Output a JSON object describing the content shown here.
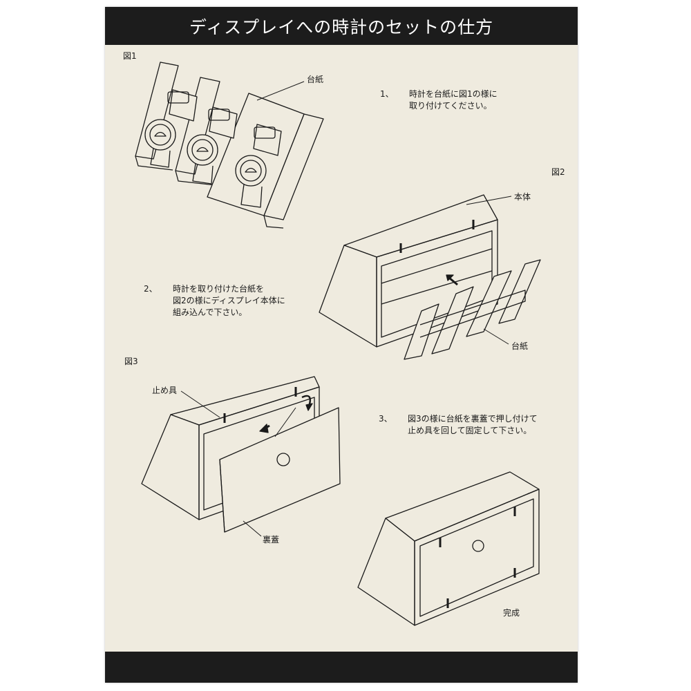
{
  "title": "ディスプレイへの時計のセットの仕方",
  "figures": {
    "fig1": {
      "label": "図1",
      "callout": "台紙"
    },
    "fig2": {
      "label": "図2",
      "callout_top": "本体",
      "callout_bottom": "台紙"
    },
    "fig3": {
      "label": "図3",
      "callout_stopper": "止め具",
      "callout_cover": "裏蓋"
    },
    "final": {
      "label": "完成"
    }
  },
  "steps": [
    {
      "num": "1、",
      "line1": "時計を台紙に図1の様に",
      "line2": "取り付けてください。"
    },
    {
      "num": "2、",
      "line1": "時計を取り付けた台紙を",
      "line2": "図2の様にディスプレイ本体に",
      "line3": "組み込んで下さい。"
    },
    {
      "num": "3、",
      "line1": "図3の様に台紙を裏蓋で押し付けて",
      "line2": "止め具を回して固定して下さい。"
    }
  ],
  "colors": {
    "paper": "#efebdf",
    "band": "#1c1c1c",
    "ink": "#1a1a1a"
  }
}
